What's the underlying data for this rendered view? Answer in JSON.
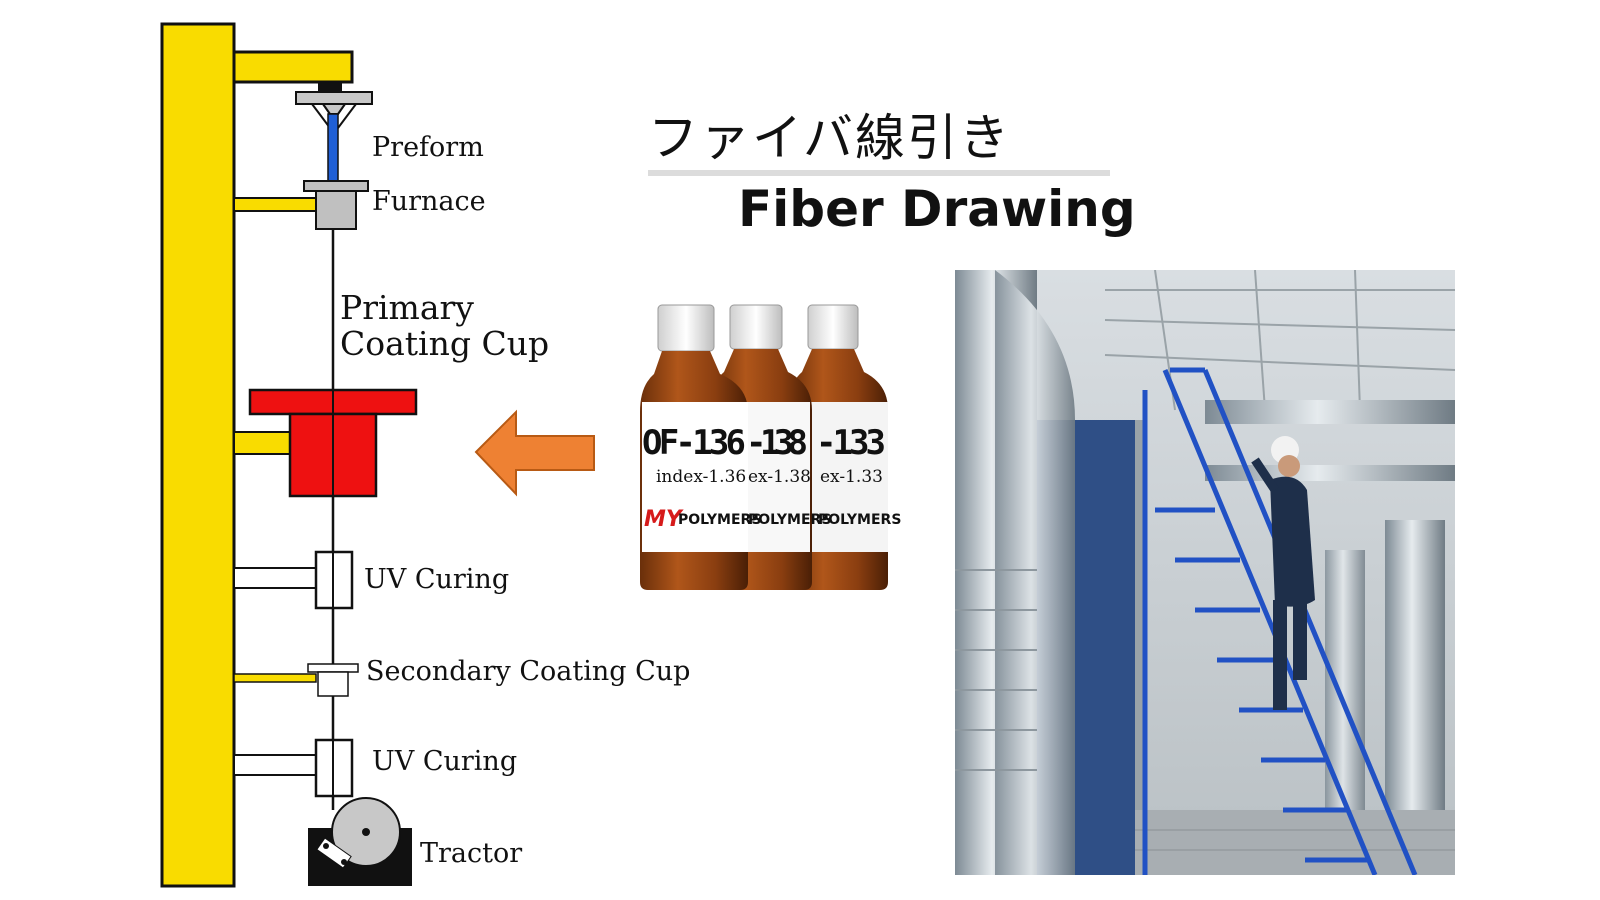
{
  "title": {
    "japanese": "ファイバ線引き",
    "english": "Fiber Drawing"
  },
  "diagram": {
    "labels": {
      "preform": "Preform",
      "furnace": "Furnace",
      "primary_line1": "Primary",
      "primary_line2": "Coating Cup",
      "uv_curing_1": "UV Curing",
      "secondary": "Secondary Coating Cup",
      "uv_curing_2": "UV Curing",
      "tractor": "Tractor"
    },
    "colors": {
      "frame": "#f9dc00",
      "primary_cup": "#ee1111",
      "preform_core": "#1f5fd6",
      "arrow": "#ee8133",
      "furnace": "#c0c0c0"
    }
  },
  "products": {
    "bottles": [
      {
        "name": "OF-136",
        "index": "index-1.36",
        "brand": "POLYMERS"
      },
      {
        "name": "-138",
        "index": "ex-1.38",
        "brand": "POLYMERS"
      },
      {
        "name": "-133",
        "index": "ex-1.33",
        "brand": "POLYMERS"
      }
    ],
    "logo_mark": "MY"
  }
}
